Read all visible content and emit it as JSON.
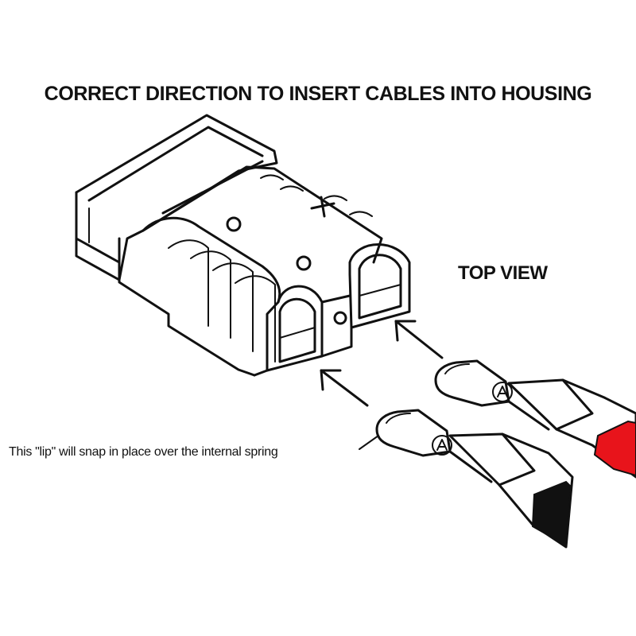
{
  "title": "CORRECT DIRECTION TO INSERT CABLES INTO HOUSING",
  "top_view_label": "TOP VIEW",
  "lip_note": "This \"lip\" will snap in place over the internal spring",
  "contact_mark": "A",
  "housing_polarity_mark": "+",
  "colors": {
    "red_cable": "#e8141b",
    "black_cable": "#111111",
    "line": "#111111",
    "background": "#ffffff"
  }
}
